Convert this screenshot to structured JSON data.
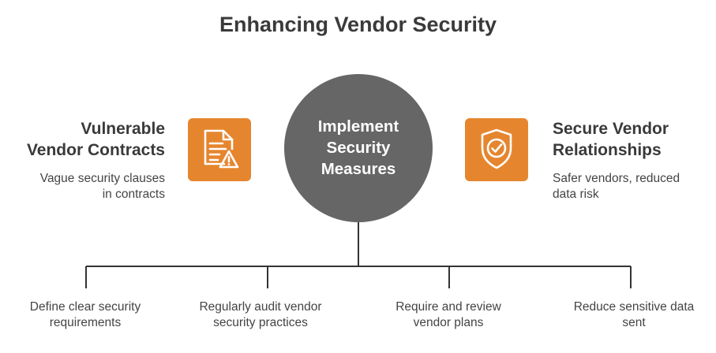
{
  "title": "Enhancing Vendor Security",
  "left": {
    "heading_line1": "Vulnerable",
    "heading_line2": "Vendor Contracts",
    "desc_line1": "Vague security clauses",
    "desc_line2": "in contracts",
    "icon": "document-warning-icon"
  },
  "center": {
    "line1": "Implement",
    "line2": "Security",
    "line3": "Measures"
  },
  "right": {
    "heading_line1": "Secure Vendor",
    "heading_line2": "Relationships",
    "desc_line1": "Safer vendors, reduced",
    "desc_line2": "data risk",
    "icon": "shield-check-icon"
  },
  "steps": [
    {
      "line1": "Define clear security",
      "line2": "requirements"
    },
    {
      "line1": "Regularly audit vendor",
      "line2": "security practices"
    },
    {
      "line1": "Require and review",
      "line2": "vendor plans"
    },
    {
      "line1": "Reduce sensitive data",
      "line2": "sent"
    }
  ],
  "colors": {
    "accent": "#e5862f",
    "circle": "#666666",
    "line": "#333333",
    "text": "#3a3a3a"
  }
}
